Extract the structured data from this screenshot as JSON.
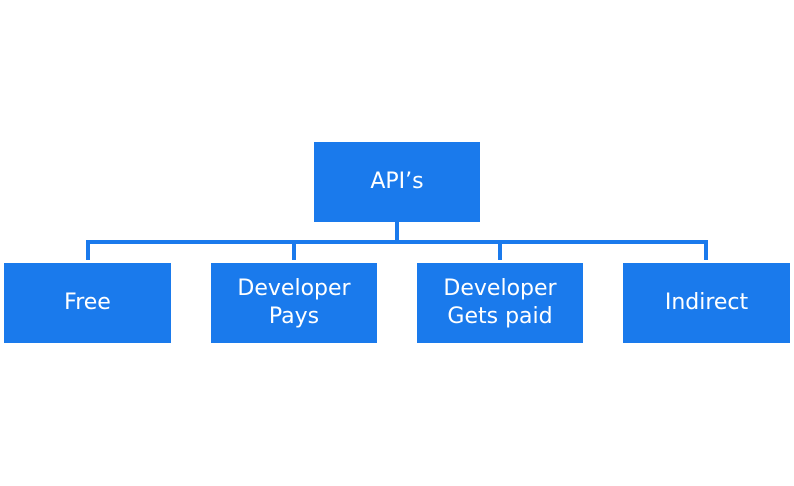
{
  "colors": {
    "node_fill": "#1a7aec",
    "node_text": "#ffffff",
    "connector": "#1a7aec",
    "background": "#ffffff"
  },
  "diagram": {
    "root": {
      "label": "API’s"
    },
    "children": [
      {
        "label": "Free"
      },
      {
        "label": "Developer\nPays"
      },
      {
        "label": "Developer\nGets paid"
      },
      {
        "label": "Indirect"
      }
    ]
  }
}
